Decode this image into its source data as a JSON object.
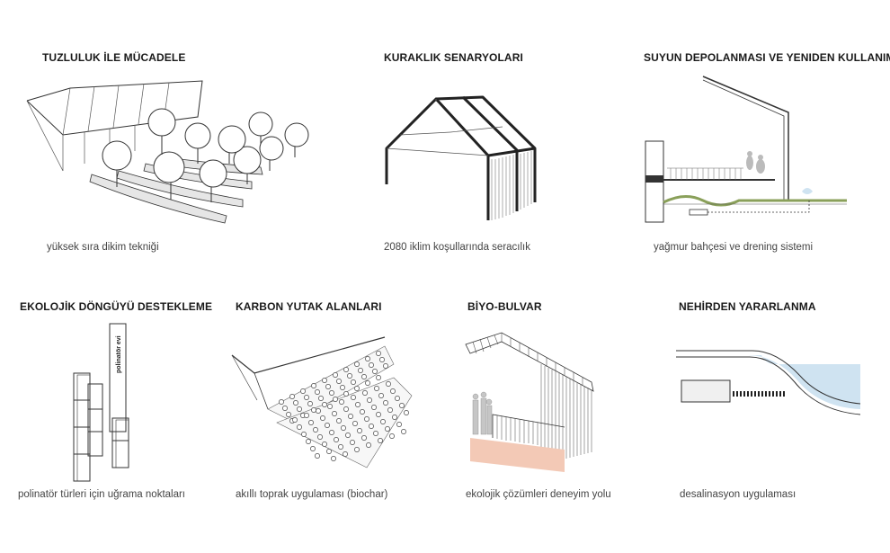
{
  "panels": [
    {
      "title": "TUZLULUK İLE MÜCADELE",
      "caption": "yüksek sıra dikim tekniği",
      "icon": "raised-row-planting-illustration"
    },
    {
      "title": "KURAKLIK SENARYOLARI",
      "caption": "2080 iklim koşullarında seracılık",
      "icon": "greenhouse-illustration"
    },
    {
      "title": "SUYUN DEPOLANMASI VE YENIDEN KULLANIMI",
      "caption": "yağmur bahçesi ve drening sistemi",
      "icon": "rain-garden-section-illustration"
    },
    {
      "title": "EKOLOJİK DÖNGÜYÜ DESTEKLEME",
      "caption": "polinatör türleri için uğrama noktaları",
      "icon": "pollinator-house-illustration",
      "sign_text": "polinatör evi"
    },
    {
      "title": "KARBON YUTAK ALANLARI",
      "caption": "akıllı toprak uygulaması (biochar)",
      "icon": "biochar-field-illustration"
    },
    {
      "title": "BİYO-BULVAR",
      "caption": "ekolojik çözümleri deneyim yolu",
      "icon": "bio-boulevard-illustration"
    },
    {
      "title": "NEHİRDEN YARARLANMA",
      "caption": "desalinasyon uygulaması",
      "icon": "desalination-illustration"
    }
  ],
  "colors": {
    "water": "#cfe3f1",
    "path": "#f3c9b6",
    "line": "#333333"
  }
}
